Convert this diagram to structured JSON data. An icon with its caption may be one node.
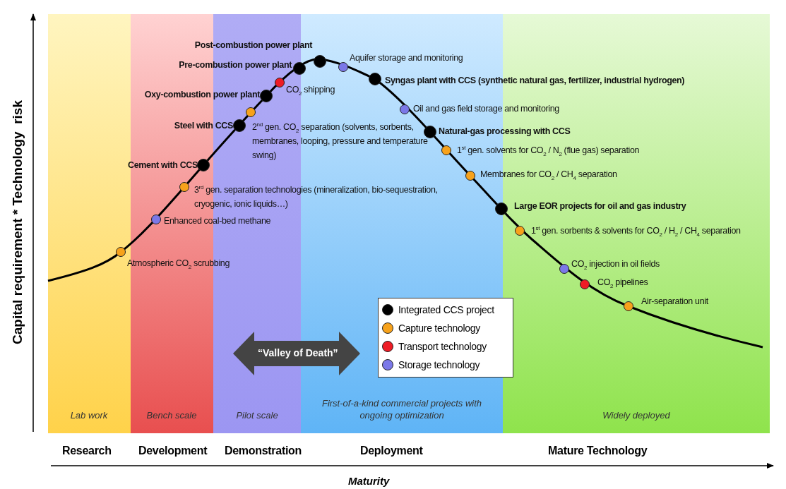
{
  "diagram": {
    "labels": [
      "Capital requirement * Technology  risk",
      "Atmospheric CO$_{2}$ scrubbing",
      "Enhanced coal-bed methane",
      "3$^{rd}$ gen. separation technologies (mineralization, bio-sequestration, cryogenic, ionic liquids…)",
      "Cement with CCS",
      "Steel with CCS",
      "2$^{nd}$ gen. CO$_{2}$ separation (solvents, sorbents, membranes, looping, pressure and temperature swing)",
      "Oxy-combustion power plant",
      "CO$_{2}$ shipping",
      "Pre-combustion power plant",
      "Post-combustion power plant",
      "Aquifer storage and monitoring",
      "Syngas plant with CCS (synthetic natural gas, fertilizer, industrial hydrogen)",
      "Oil and gas field storage and monitoring",
      "Natural-gas processing with CCS",
      "1$^{st}$ gen. solvents for CO$_{2}$ / N$_{2}$ (flue gas) separation",
      "Membranes for CO$_{2}$ / CH$_{4}$ separation",
      "Large EOR projects for oil and gas industry",
      "1$^{st}$ gen. sorbents & solvents for CO$_{2}$ / H$_{2}$ / CH$_{4}$ separation",
      "CO$_{2}$ injection in oil fields",
      "CO$_{2}$ pipelines",
      "Air-separation unit",
      "“Valley of Death”",
      "Lab work",
      "Bench scale",
      "Pilot scale",
      "First-of-a-kind commercial projects with ongoing optimization",
      "Widely deployed",
      "Research",
      "Development",
      "Demonstration",
      "Deployment",
      "Mature Technology",
      "Maturity"
    ],
    "legend": [
      {
        "text": "Integrated CCS project",
        "color": "#000000"
      },
      {
        "text": "Capture technology",
        "color": "#f7a21b"
      },
      {
        "text": "Transport technology",
        "color": "#ee1c25"
      },
      {
        "text": "Storage technology",
        "color": "#7b78e8"
      }
    ]
  }
}
